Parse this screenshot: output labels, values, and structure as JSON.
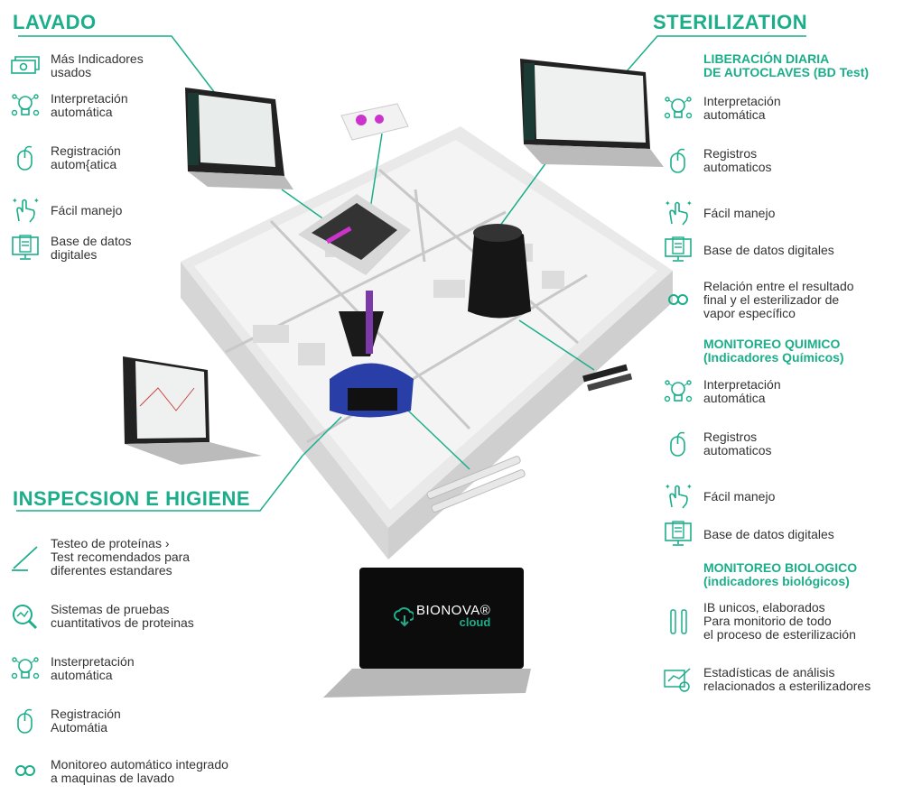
{
  "accent_color": "#1cae8a",
  "lavado": {
    "title": "LAVADO",
    "items": [
      {
        "icon": "banknotes-icon",
        "text": "Más Indicadores\nusados"
      },
      {
        "icon": "ai-bulb-icon",
        "text": "Interpretación\nautomática"
      },
      {
        "icon": "mouse-icon",
        "text": "Registración\nautom{atica"
      },
      {
        "icon": "hand-touch-icon",
        "text": "Fácil manejo"
      },
      {
        "icon": "database-monitor-icon",
        "text": "Base de datos\ndigitales"
      }
    ]
  },
  "sterilization": {
    "title": "STERILIZATION",
    "groups": [
      {
        "heading": "LIBERACIÓN DIARIA\nDE AUTOCLAVES (BD Test)",
        "items": [
          {
            "icon": "ai-bulb-icon",
            "text": "Interpretación\nautomática"
          },
          {
            "icon": "mouse-icon",
            "text": "Registros\nautomaticos"
          },
          {
            "icon": "hand-touch-icon",
            "text": "Fácil manejo"
          },
          {
            "icon": "database-monitor-icon",
            "text": "Base de datos digitales"
          },
          {
            "icon": "link-icon",
            "text": "Relación entre el resultado\nfinal y el esterilizador de\nvapor específico"
          }
        ]
      },
      {
        "heading": "MONITOREO QUIMICO\n(Indicadores Químicos)",
        "items": [
          {
            "icon": "ai-bulb-icon",
            "text": "Interpretación\nautomática"
          },
          {
            "icon": "mouse-icon",
            "text": "Registros\nautomaticos"
          },
          {
            "icon": "hand-touch-icon",
            "text": "Fácil manejo"
          },
          {
            "icon": "database-monitor-icon",
            "text": "Base de datos digitales"
          }
        ]
      },
      {
        "heading": "MONITOREO BIOLOGICO\n(indicadores biológicos)",
        "items": [
          {
            "icon": "vials-icon",
            "text": "IB unicos,  elaborados\nPara monitorio de todo\nel proceso de esterilización"
          },
          {
            "icon": "statistics-icon",
            "text": "Estadísticas de análisis\nrelacionados a esterilizadores"
          }
        ]
      }
    ]
  },
  "inspeccion": {
    "title": "INSPECSION E HIGIENE",
    "items": [
      {
        "icon": "swab-icon",
        "text": "Testeo de proteínas ›\nTest recomendados para\ndiferentes estandares"
      },
      {
        "icon": "magnifier-chart-icon",
        "text": "Sistemas de pruebas\ncuantitativos de proteinas"
      },
      {
        "icon": "ai-bulb-icon",
        "text": "Insterpretación\nautomática"
      },
      {
        "icon": "mouse-icon",
        "text": "Registración\nAutomátia"
      },
      {
        "icon": "link-icon",
        "text": "Monitoreo automático integrado\na maquinas de lavado"
      }
    ]
  },
  "logo": {
    "brand": "BIONOVA®",
    "product": "cloud"
  }
}
